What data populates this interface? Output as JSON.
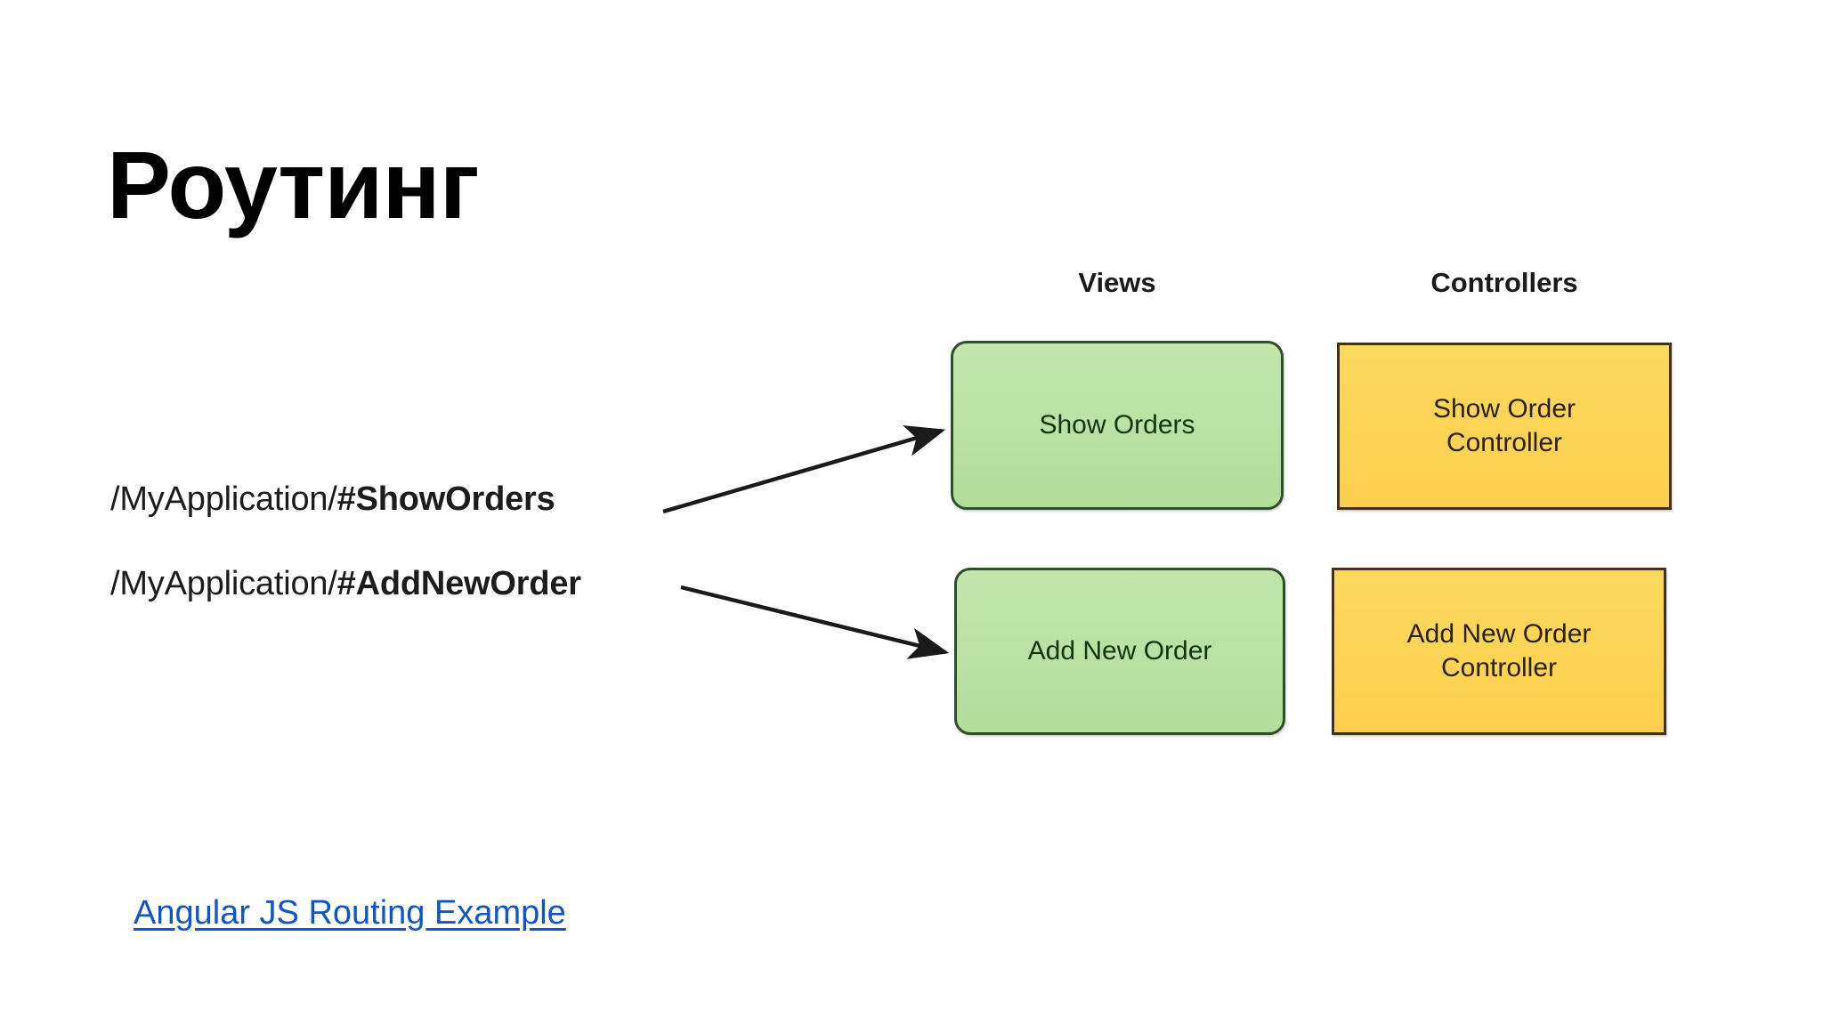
{
  "slide": {
    "title": "Роутинг",
    "background_color": "#ffffff",
    "title_color": "#000000"
  },
  "diagram": {
    "columns": [
      {
        "id": "views",
        "heading": "Views"
      },
      {
        "id": "controllers",
        "heading": "Controllers"
      }
    ],
    "routes": [
      {
        "base": "/MyApplication/",
        "hash": "#ShowOrders"
      },
      {
        "base": "/MyApplication/",
        "hash": "#AddNewOrder"
      }
    ],
    "views": [
      {
        "label": "Show Orders"
      },
      {
        "label": "Add New Order"
      }
    ],
    "controllers": [
      {
        "label": "Show Order\nController"
      },
      {
        "label": "Add New Order\nController"
      }
    ],
    "arrows": [
      {
        "from": "route-show-orders",
        "to": "view-show-orders",
        "direction": "up-right"
      },
      {
        "from": "route-add-new-order",
        "to": "view-add-new-order",
        "direction": "down-right"
      }
    ],
    "colors": {
      "view_fill": "#b8e0a2",
      "view_border": "#2f4f2a",
      "view_text": "#14330f",
      "controller_fill": "#fcd453",
      "controller_border": "#40301c",
      "controller_text": "#2b2008",
      "arrow": "#1a1a1a",
      "heading_text": "#1a1a1a",
      "route_text": "#1c1c1c"
    }
  },
  "footer": {
    "link_label": "Angular JS Routing Example",
    "link_color": "#1155cc"
  }
}
